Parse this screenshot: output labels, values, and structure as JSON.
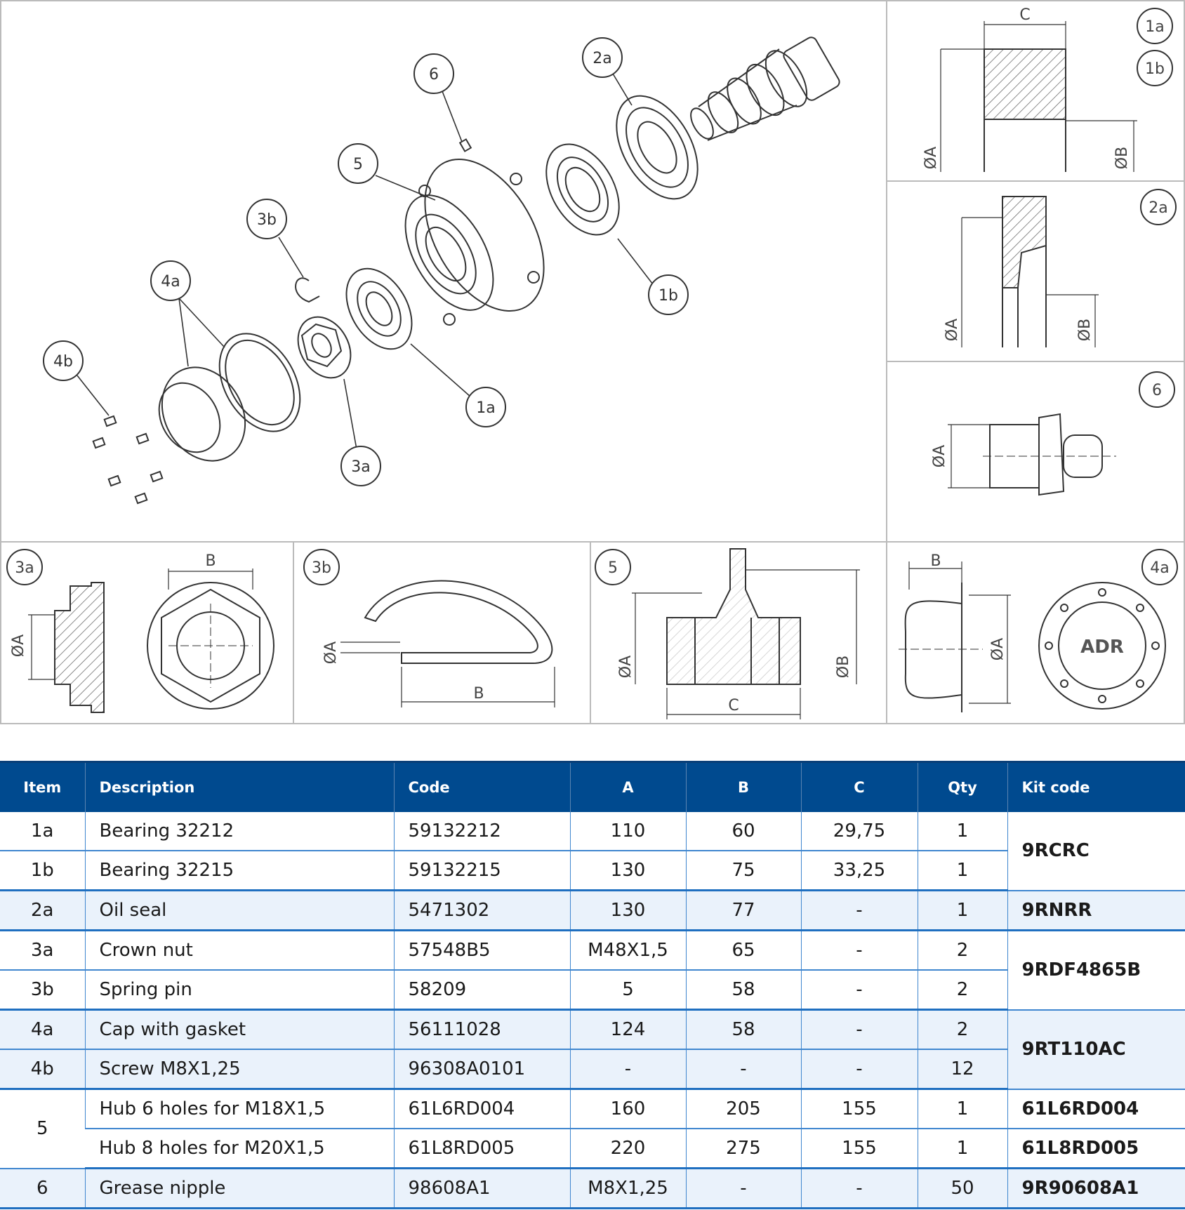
{
  "drawing": {
    "exploded_callouts": [
      "6",
      "2a",
      "5",
      "3b",
      "4a",
      "4b",
      "1b",
      "1a",
      "3a"
    ],
    "cap_logo": "ADR",
    "panels": [
      {
        "tag": "1a",
        "tag2": "1b",
        "dims": [
          "C",
          "ØA",
          "ØB"
        ]
      },
      {
        "tag": "2a",
        "dims": [
          "ØA",
          "ØB"
        ]
      },
      {
        "tag": "6",
        "dims": [
          "ØA"
        ]
      },
      {
        "tag": "3a",
        "dims": [
          "B",
          "ØA"
        ]
      },
      {
        "tag": "3b",
        "dims": [
          "ØA",
          "B"
        ]
      },
      {
        "tag": "5",
        "dims": [
          "ØA",
          "ØB",
          "C"
        ]
      },
      {
        "tag": "4a",
        "dims": [
          "B",
          "ØA"
        ]
      }
    ]
  },
  "table": {
    "headers": [
      "Item",
      "Description",
      "Code",
      "A",
      "B",
      "C",
      "Qty",
      "Kit code"
    ],
    "rows": [
      {
        "item": "1a",
        "description": "Bearing 32212",
        "code": "59132212",
        "a": "110",
        "b": "60",
        "c": "29,75",
        "qty": "1"
      },
      {
        "item": "1b",
        "description": "Bearing 32215",
        "code": "59132215",
        "a": "130",
        "b": "75",
        "c": "33,25",
        "qty": "1"
      },
      {
        "item": "2a",
        "description": "Oil seal",
        "code": "5471302",
        "a": "130",
        "b": "77",
        "c": "-",
        "qty": "1"
      },
      {
        "item": "3a",
        "description": "Crown nut",
        "code": "57548B5",
        "a": "M48X1,5",
        "b": "65",
        "c": "-",
        "qty": "2"
      },
      {
        "item": "3b",
        "description": "Spring pin",
        "code": "58209",
        "a": "5",
        "b": "58",
        "c": "-",
        "qty": "2"
      },
      {
        "item": "4a",
        "description": "Cap with gasket",
        "code": "56111028",
        "a": "124",
        "b": "58",
        "c": "-",
        "qty": "2"
      },
      {
        "item": "4b",
        "description": "Screw M8X1,25",
        "code": "96308A0101",
        "a": "-",
        "b": "-",
        "c": "-",
        "qty": "12"
      },
      {
        "item": "5",
        "description": "Hub 6 holes for M18X1,5",
        "code": "61L6RD004",
        "a": "160",
        "b": "205",
        "c": "155",
        "qty": "1"
      },
      {
        "item": "",
        "description": "Hub 8 holes for M20X1,5",
        "code": "61L8RD005",
        "a": "220",
        "b": "275",
        "c": "155",
        "qty": "1"
      },
      {
        "item": "6",
        "description": "Grease nipple",
        "code": "98608A1",
        "a": "M8X1,25",
        "b": "-",
        "c": "-",
        "qty": "50"
      }
    ],
    "kits": [
      "9RCRC",
      "9RNRR",
      "9RDF4865B",
      "9RT110AC",
      "61L6RD004",
      "61L8RD005",
      "9R90608A1"
    ]
  }
}
